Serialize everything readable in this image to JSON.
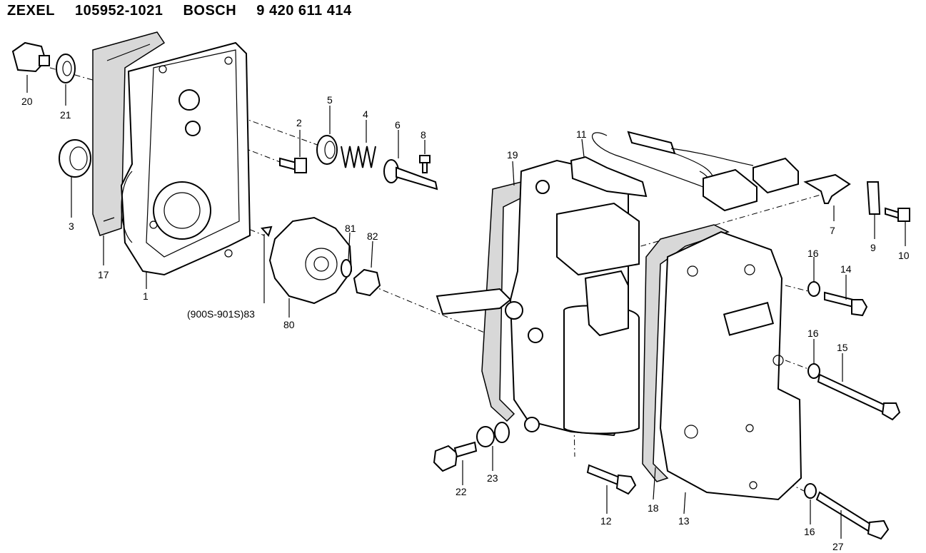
{
  "header": {
    "brand1": "ZEXEL",
    "number1": "105952-1021",
    "brand2": "BOSCH",
    "number2": "9 420 611 414"
  },
  "callouts": {
    "c1": "1",
    "c2": "2",
    "c3": "3",
    "c4": "4",
    "c5": "5",
    "c6": "6",
    "c7": "7",
    "c8": "8",
    "c9": "9",
    "c10": "10",
    "c11": "11",
    "c12": "12",
    "c13": "13",
    "c14": "14",
    "c15": "15",
    "c16a": "16",
    "c16b": "16",
    "c16c": "16",
    "c17": "17",
    "c18": "18",
    "c19": "19",
    "c20": "20",
    "c21": "21",
    "c22": "22",
    "c23": "23",
    "c27": "27",
    "c80": "80",
    "c81": "81",
    "c82": "82",
    "c83": "(900S-901S)83"
  }
}
